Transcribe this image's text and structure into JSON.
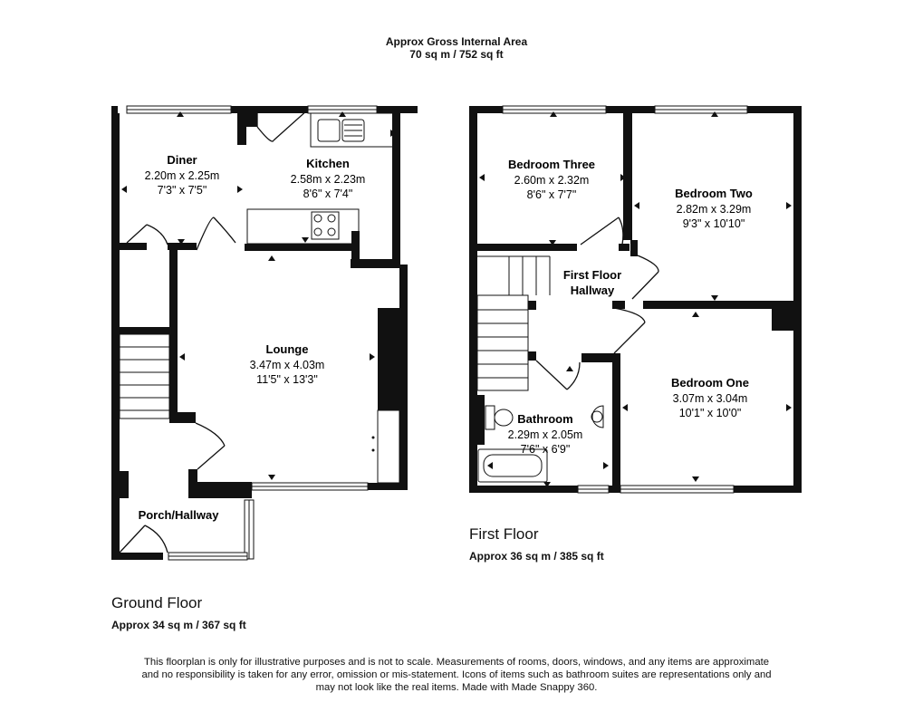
{
  "header": {
    "title": "Approx Gross Internal Area",
    "total_area": "70 sq m / 752 sq ft"
  },
  "ground_floor": {
    "title": "Ground Floor",
    "area": "Approx 34 sq m / 367 sq ft",
    "rooms": [
      {
        "name": "Diner",
        "metric": "2.20m x 2.25m",
        "imperial": "7'3\" x 7'5\""
      },
      {
        "name": "Kitchen",
        "metric": "2.58m x 2.23m",
        "imperial": "8'6\" x 7'4\""
      },
      {
        "name": "Lounge",
        "metric": "3.47m x 4.03m",
        "imperial": "11'5\" x 13'3\""
      },
      {
        "name": "Porch/Hallway"
      }
    ]
  },
  "first_floor": {
    "title": "First Floor",
    "area": "Approx 36 sq m / 385 sq ft",
    "rooms": [
      {
        "name": "Bedroom Three",
        "metric": "2.60m x 2.32m",
        "imperial": "8'6\" x 7'7\""
      },
      {
        "name": "Bedroom Two",
        "metric": "2.82m x 3.29m",
        "imperial": "9'3\" x 10'10\""
      },
      {
        "name": "First Floor",
        "name2": "Hallway"
      },
      {
        "name": "Bedroom One",
        "metric": "3.07m x 3.04m",
        "imperial": "10'1\" x 10'0\""
      },
      {
        "name": "Bathroom",
        "metric": "2.29m x 2.05m",
        "imperial": "7'6\" x 6'9\""
      }
    ]
  },
  "disclaimer": {
    "line1": "This floorplan is only for illustrative purposes and is not to scale. Measurements of rooms, doors, windows, and any items are approximate",
    "line2": "and no responsibility is taken for any error, omission or mis-statement. Icons of items such as bathroom suites are representations only and",
    "line3": "may not look like the real items. Made with Made Snappy 360."
  }
}
